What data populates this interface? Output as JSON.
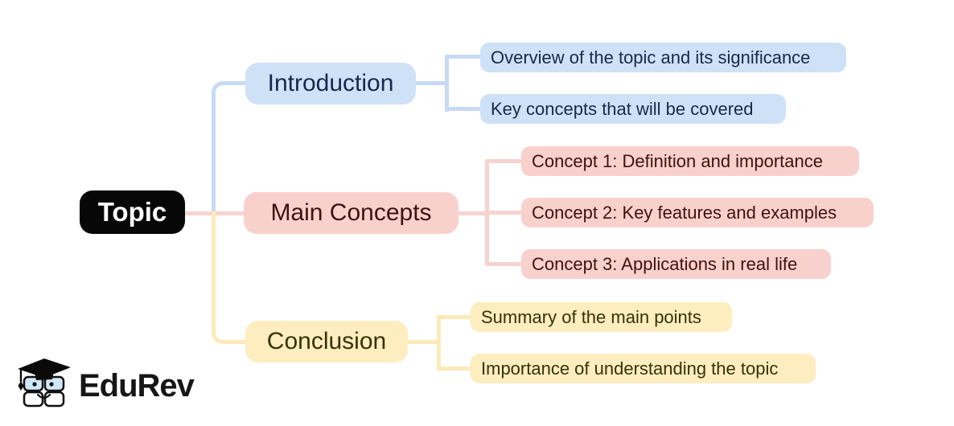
{
  "canvas": {
    "background": "#ffffff"
  },
  "root": {
    "label": "Topic",
    "bg": "#070707",
    "text_color": "#ffffff"
  },
  "branches": [
    {
      "label": "Introduction",
      "fill": "#cfe1f7",
      "line_color": "#c8daf3",
      "text_color": "#16294a",
      "children": [
        {
          "label": "Overview of the topic and its significance"
        },
        {
          "label": "Key concepts that will be covered"
        }
      ]
    },
    {
      "label": "Main Concepts",
      "fill": "#f8d1cd",
      "line_color": "#f6d3cf",
      "text_color": "#40120f",
      "children": [
        {
          "label": "Concept 1: Definition and importance"
        },
        {
          "label": "Concept 2: Key features and examples"
        },
        {
          "label": "Concept 3: Applications in real life"
        }
      ]
    },
    {
      "label": "Conclusion",
      "fill": "#fdedbf",
      "line_color": "#fcebb9",
      "text_color": "#363207",
      "children": [
        {
          "label": "Summary of the main points"
        },
        {
          "label": "Importance of understanding the topic"
        }
      ]
    }
  ],
  "logo": {
    "text": "EduRev",
    "icon": "graduation-cap-mascot-icon",
    "icon_book_fill": "#cfe8f7",
    "text_color": "#161616"
  }
}
